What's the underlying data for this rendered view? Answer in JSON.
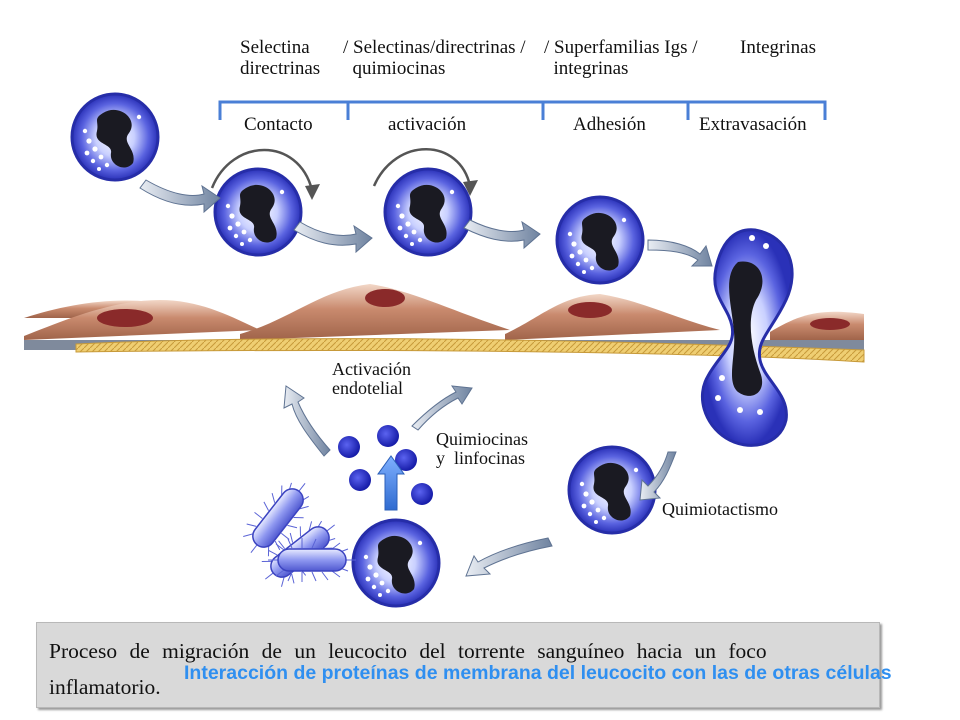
{
  "header": {
    "col1": "Selectina\ndirectrinas",
    "col2": "/ Selectinas/directrinas /\n  quimiocinas",
    "col3": "/ Superfamilias Igs /\n  integrinas",
    "col4": "Integrinas"
  },
  "phases": [
    "Contacto",
    "activación",
    "Adhesión",
    "Extravasación"
  ],
  "labels": {
    "activacion_endotelial": "Activación\nendotelial",
    "quimiocinas": "Quimiocinas\ny  linfocinas",
    "quimiotactismo": "Quimiotactismo"
  },
  "caption": "Proceso de migración de un leucocito del torrente sanguíneo hacia un foco inflamatorio.",
  "overlay_text": "Interacción de proteínas de membrana del leucocito con las de otras células",
  "colors": {
    "leukocyte": "#2f37c7",
    "endothelium": "#b8735a",
    "basement_membrane": "#e8c56a",
    "overlay_text": "#2f8ff0",
    "arrow": "#7d90aa"
  }
}
